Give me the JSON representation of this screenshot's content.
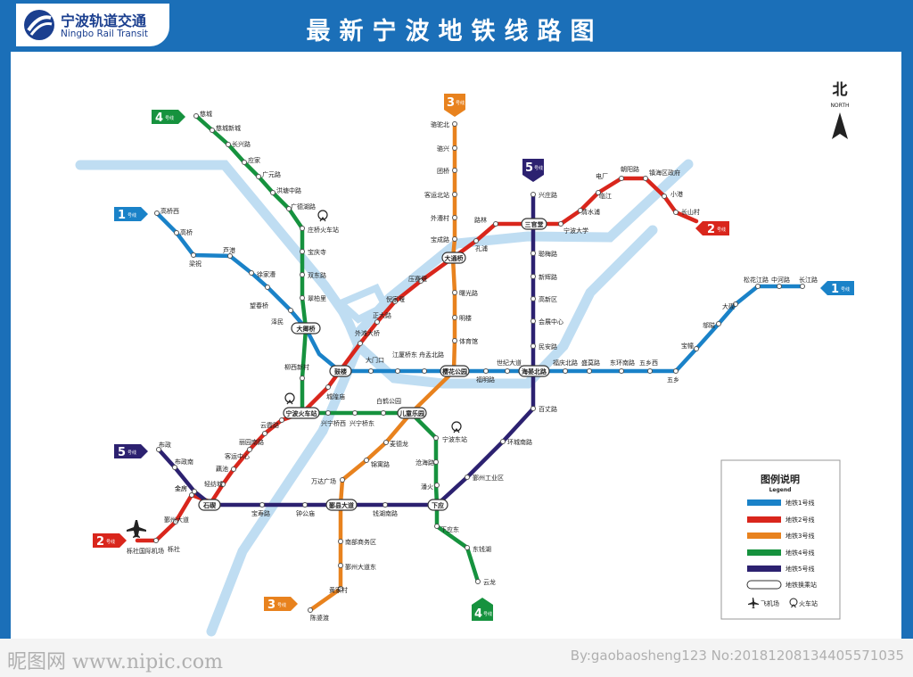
{
  "header": {
    "logo_cn": "宁波轨道交通",
    "logo_en": "Ningbo Rail Transit",
    "title": "最新宁波地铁线路图"
  },
  "compass": {
    "cn": "北",
    "en": "NORTH"
  },
  "legend": {
    "title": "图例说明",
    "subtitle": "Legend",
    "items": [
      {
        "label": "地铁1号线",
        "color": "#1a82c8"
      },
      {
        "label": "地铁2号线",
        "color": "#d9261c"
      },
      {
        "label": "地铁3号线",
        "color": "#e8821e"
      },
      {
        "label": "地铁4号线",
        "color": "#16923e"
      },
      {
        "label": "地铁5号线",
        "color": "#2c2170"
      }
    ],
    "interchange_label": "地铁换乘站",
    "airport_label": "飞机场",
    "railway_label": "火车站"
  },
  "line_badge_suffix": "号线",
  "lines": [
    {
      "id": "1",
      "color": "#1a82c8",
      "stations": [
        "高桥西",
        "高桥",
        "梁祝",
        "芦港",
        "徐家漕",
        "望春桥",
        "泽民",
        "大卿桥",
        "鼓楼",
        "大门口",
        "江厦桥东",
        "舟孟北路",
        "樱花公园",
        "福明路",
        "世纪大道",
        "海晏北路",
        "福庆北路",
        "盛莫路",
        "东环南路",
        "五乡西",
        "五乡",
        "宝幢",
        "邬隘",
        "大碶",
        "松花江路",
        "中河路",
        "长江路"
      ]
    },
    {
      "id": "2",
      "color": "#d9261c",
      "stations": [
        "栎社国际机场",
        "栎社",
        "鄞州大道",
        "金房",
        "石碶",
        "轻纺城",
        "藕池",
        "客运中心",
        "丽园南路",
        "云霞路",
        "宁波火车站",
        "城隍庙",
        "鼓楼",
        "外滩大桥",
        "正大路",
        "倪家堰",
        "压赛堰",
        "大通桥",
        "孔浦",
        "路林",
        "三官堂",
        "宁波大学",
        "清水浦",
        "临江",
        "电厂",
        "朝阳路",
        "镇海区政府",
        "小港",
        "长山村"
      ]
    },
    {
      "id": "3",
      "color": "#e8821e",
      "stations": [
        "骆驼北",
        "骆兴",
        "团桥",
        "客运北站",
        "外漕村",
        "宝成路",
        "大通桥",
        "曙光路",
        "明楼",
        "体育馆",
        "樱花公园",
        "儿童乐园",
        "麦德龙",
        "锦寓路",
        "万达广场",
        "鄞县大道",
        "南部商务区",
        "鄞州大道东",
        "黄家村",
        "陈婆渡"
      ]
    },
    {
      "id": "4",
      "color": "#16923e",
      "stations": [
        "慈城",
        "慈城新城",
        "长兴路",
        "应家",
        "广元路",
        "洪塘中路",
        "广德湖路",
        "庄桥火车站",
        "宝庆寺",
        "双东路",
        "翠柏里",
        "大卿桥",
        "柳西新村",
        "宁波火车站",
        "兴宁桥西",
        "兴宁桥东",
        "白鹤公园",
        "儿童乐园",
        "宁波东站",
        "沧海路",
        "潘火",
        "下应",
        "下应东",
        "东钱湖",
        "云龙"
      ]
    },
    {
      "id": "5",
      "color": "#2c2170",
      "stations": [
        "兴庄路",
        "三官堂",
        "聪梅路",
        "新辉路",
        "高新区",
        "会展中心",
        "民安路",
        "海晏北路",
        "百丈路",
        "环城南路",
        "鄞州工业区",
        "下应",
        "钱湖南路",
        "鄞县大道",
        "钟公庙",
        "宝寿路",
        "石碶",
        "金房",
        "布政南",
        "布政"
      ]
    }
  ],
  "footer": {
    "watermark_left": "昵图网 www.nipic.com",
    "watermark_right": "By:gaobaosheng123 No:20181208134405571035"
  }
}
